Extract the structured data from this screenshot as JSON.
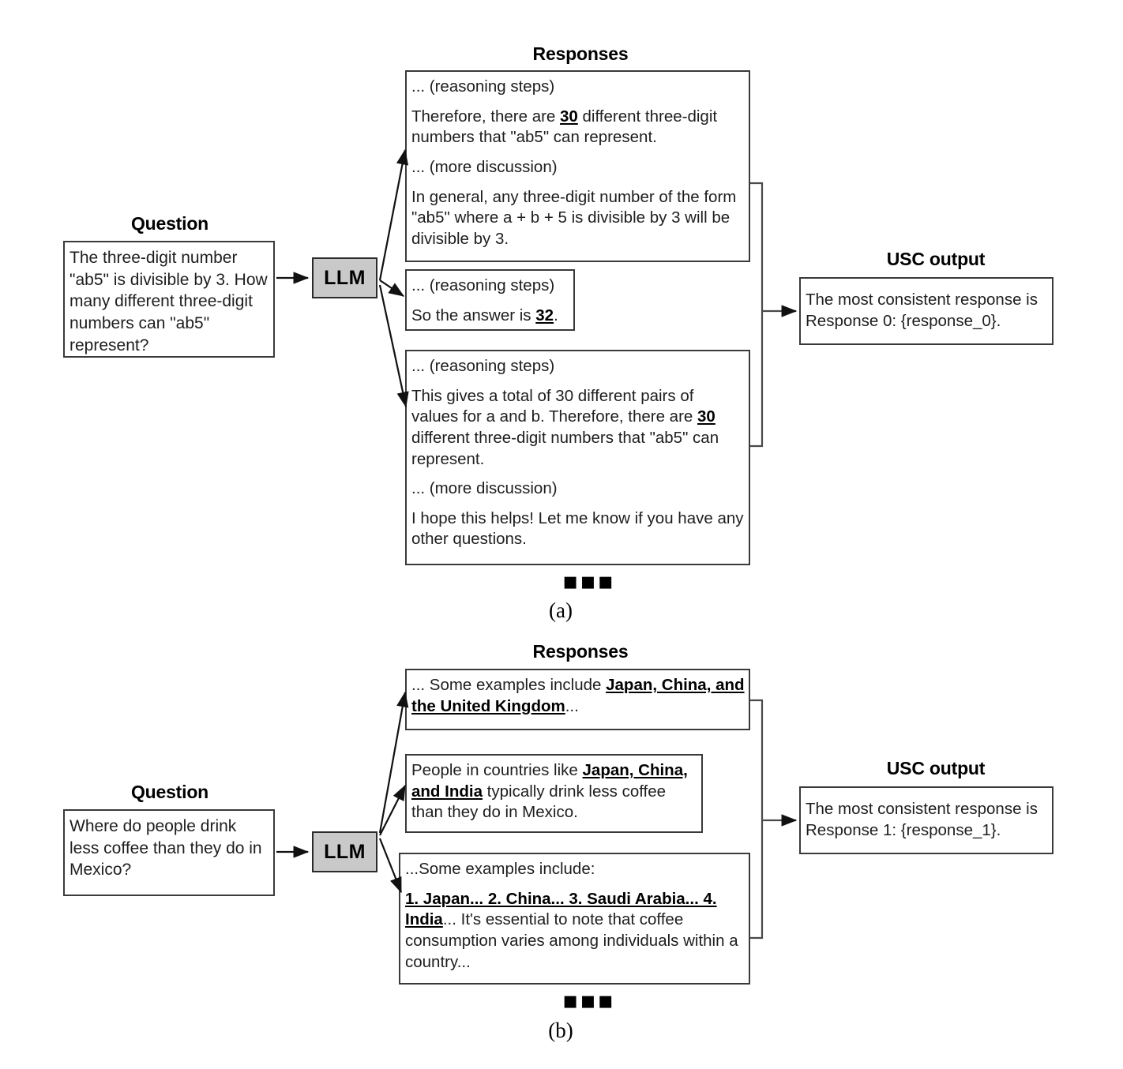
{
  "figure": {
    "panels": [
      {
        "id": "a",
        "caption": "(a)",
        "question_title": "Question",
        "question_text": "The three-digit number \"ab5\" is divisible by 3. How many different three-digit numbers can \"ab5\" represent?",
        "llm_label": "LLM",
        "responses_title": "Responses",
        "ellipsis": "▪▪▪",
        "responses": [
          {
            "index": 0,
            "paragraphs": [
              {
                "runs": [
                  {
                    "text": "... (reasoning steps)",
                    "bold": false
                  }
                ]
              },
              {
                "runs": [
                  {
                    "text": "Therefore, there are ",
                    "bold": false
                  },
                  {
                    "text": "30",
                    "bold": true
                  },
                  {
                    "text": " different three-digit numbers that \"ab5\" can represent.",
                    "bold": false
                  }
                ]
              },
              {
                "runs": [
                  {
                    "text": "... (more discussion)",
                    "bold": false
                  }
                ]
              },
              {
                "runs": [
                  {
                    "text": "In general, any three-digit number of the form \"ab5\" where a + b + 5 is divisible by 3 will be divisible by 3.",
                    "bold": false
                  }
                ]
              }
            ]
          },
          {
            "index": 1,
            "paragraphs": [
              {
                "runs": [
                  {
                    "text": "... (reasoning steps)",
                    "bold": false
                  }
                ]
              },
              {
                "runs": [
                  {
                    "text": "So the answer is ",
                    "bold": false
                  },
                  {
                    "text": "32",
                    "bold": true
                  },
                  {
                    "text": ".",
                    "bold": false
                  }
                ]
              }
            ]
          },
          {
            "index": 2,
            "paragraphs": [
              {
                "runs": [
                  {
                    "text": "... (reasoning steps)",
                    "bold": false
                  }
                ]
              },
              {
                "runs": [
                  {
                    "text": "This gives a total of 30 different pairs of values for a and b. Therefore, there are ",
                    "bold": false
                  },
                  {
                    "text": "30",
                    "bold": true
                  },
                  {
                    "text": " different three-digit numbers that \"ab5\" can represent.",
                    "bold": false
                  }
                ]
              },
              {
                "runs": [
                  {
                    "text": "... (more discussion)",
                    "bold": false
                  }
                ]
              },
              {
                "runs": [
                  {
                    "text": "I hope this helps! Let me know if you have any other questions.",
                    "bold": false
                  }
                ]
              }
            ]
          }
        ],
        "output_title": "USC output",
        "output_text": "The most consistent response is Response 0: {response_0}."
      },
      {
        "id": "b",
        "caption": "(b)",
        "question_title": "Question",
        "question_text": "Where do people drink less coffee than they do in Mexico?",
        "llm_label": "LLM",
        "responses_title": "Responses",
        "ellipsis": "▪▪▪",
        "responses": [
          {
            "index": 0,
            "paragraphs": [
              {
                "runs": [
                  {
                    "text": "... Some examples include ",
                    "bold": false
                  },
                  {
                    "text": "Japan, China, and the United Kingdom",
                    "bold": true
                  },
                  {
                    "text": "...",
                    "bold": false
                  }
                ]
              }
            ]
          },
          {
            "index": 1,
            "paragraphs": [
              {
                "runs": [
                  {
                    "text": "People in countries like ",
                    "bold": false
                  },
                  {
                    "text": "Japan, China, and India",
                    "bold": true
                  },
                  {
                    "text": " typically drink less coffee than they do in Mexico.",
                    "bold": false
                  }
                ]
              }
            ]
          },
          {
            "index": 2,
            "paragraphs": [
              {
                "runs": [
                  {
                    "text": "...Some examples include:",
                    "bold": false
                  }
                ]
              },
              {
                "runs": [
                  {
                    "text": "1. Japan... 2. China... 3. Saudi Arabia... 4. India",
                    "bold": true
                  },
                  {
                    "text": "... It's essential to note that coffee consumption varies among individuals within a country...",
                    "bold": false
                  }
                ]
              }
            ]
          }
        ],
        "output_title": "USC output",
        "output_text": "The most consistent response is Response 1: {response_1}."
      }
    ]
  },
  "colors": {
    "llm_fill": "#c9c9c9",
    "box_border": "#3a3a3a",
    "arrow": "#111111",
    "text": "#1e1e1e"
  }
}
